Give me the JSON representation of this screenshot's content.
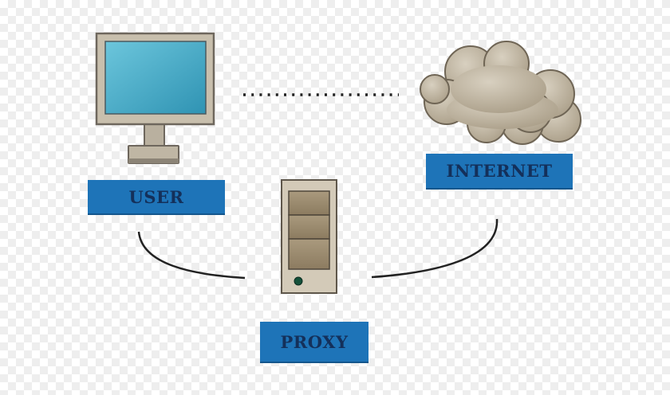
{
  "nodes": {
    "user": {
      "label": "USER",
      "icon": "computer-monitor-icon"
    },
    "internet": {
      "label": "INTERNET",
      "icon": "cloud-icon"
    },
    "proxy": {
      "label": "PROXY",
      "icon": "server-tower-icon"
    }
  },
  "connections": [
    {
      "from": "user",
      "to": "internet",
      "style": "dotted"
    },
    {
      "from": "user",
      "to": "proxy",
      "style": "solid-curve"
    },
    {
      "from": "proxy",
      "to": "internet",
      "style": "solid-curve"
    }
  ],
  "colors": {
    "label_background": "#1e74b8",
    "label_text": "#14305a",
    "monitor_frame": "#c8bfad",
    "monitor_screen": "#4ab0cc",
    "cloud": "#bdb29f",
    "server_body": "#d3cab8",
    "server_bays": "#9c8b70",
    "power_led": "#14513a",
    "line": "#222222"
  }
}
